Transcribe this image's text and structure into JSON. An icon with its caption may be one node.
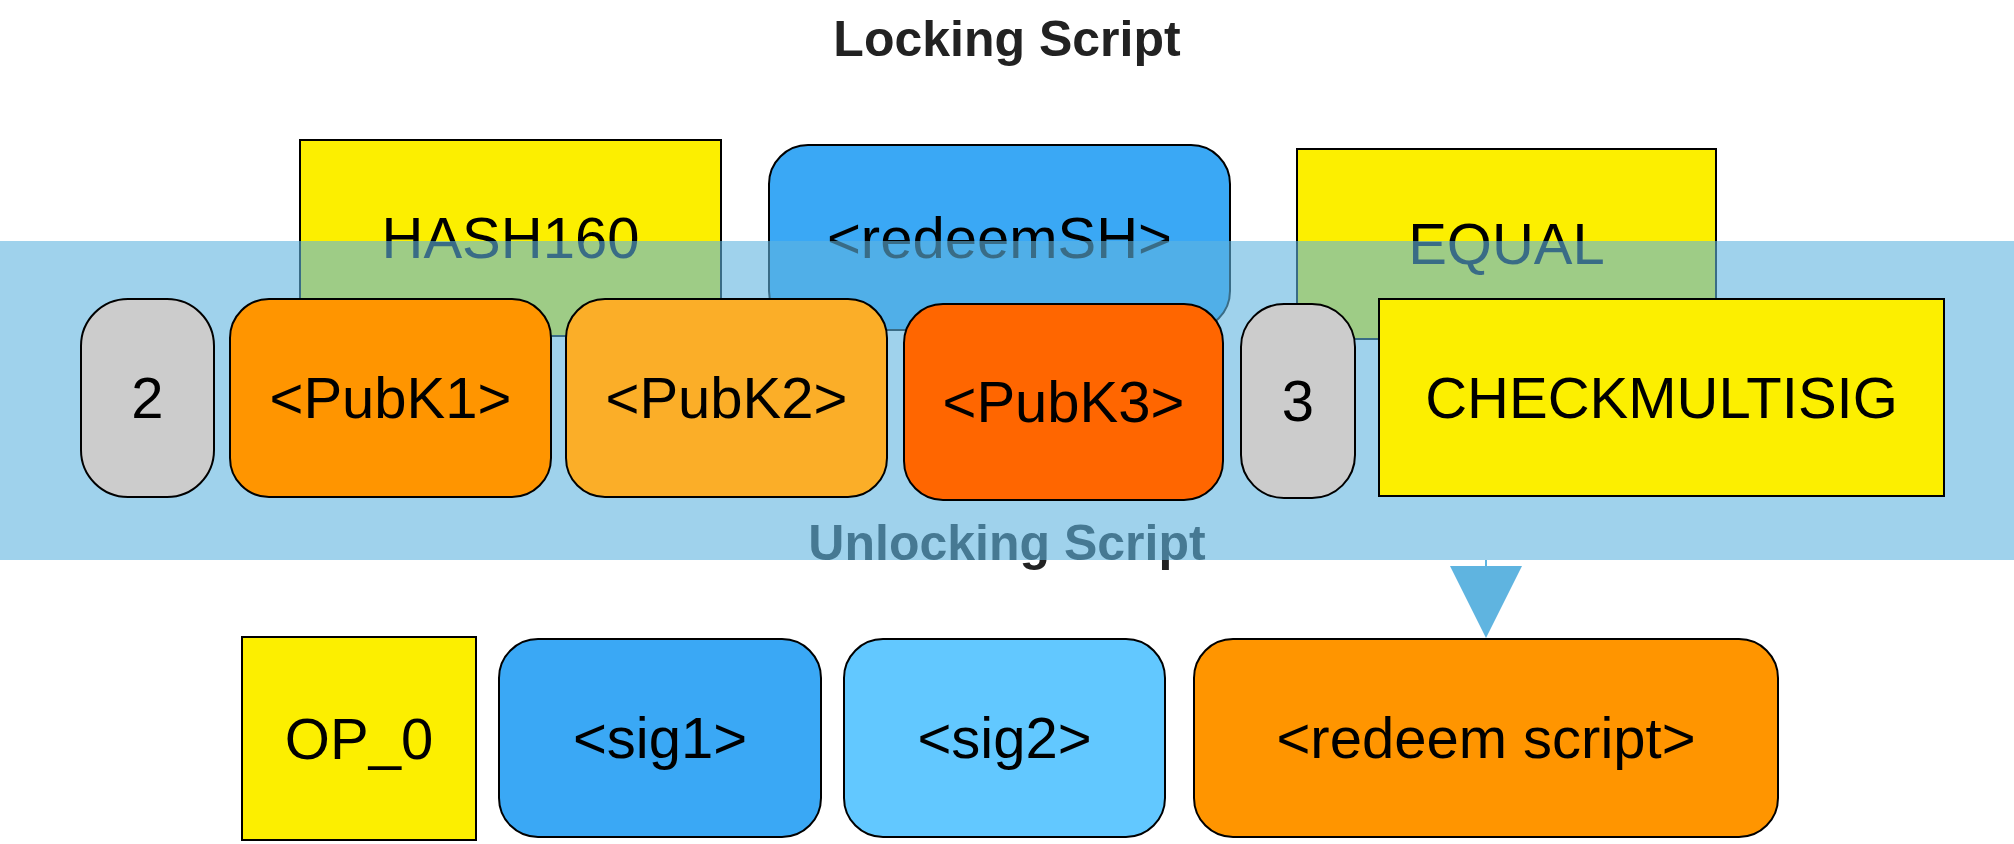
{
  "diagram": {
    "title": "Locking Script",
    "nodes": [
      {
        "text": [
          "HASH160"
        ]
      },
      {
        "text": [
          "<redeemSH>"
        ]
      },
      {
        "text": [
          "EQUAL"
        ]
      },
      {
        "text": [],
        "shape": "box"
      },
      {
        "text": [
          "2"
        ],
        "in": 3
      },
      {
        "text": [
          "<PubK1>"
        ],
        "in": 3
      },
      {
        "text": [
          "<PubK2>"
        ],
        "in": 3
      },
      {
        "text": [
          "<PubK3>"
        ],
        "in": 3
      },
      {
        "text": [
          "3"
        ],
        "in": 3
      },
      {
        "text": [
          "CHECKMULTISIG"
        ],
        "in": 3
      },
      {
        "text": [
          "OP_0"
        ]
      },
      {
        "text": [
          "<sig1>"
        ]
      },
      {
        "text": [
          "<sig2>"
        ]
      },
      {
        "text": [
          "<redeem script>"
        ]
      }
    ],
    "edges": [
      {
        "from": 3,
        "to": 13,
        "arrow": "to"
      }
    ],
    "labels": [
      "Unlocking Script"
    ]
  }
}
